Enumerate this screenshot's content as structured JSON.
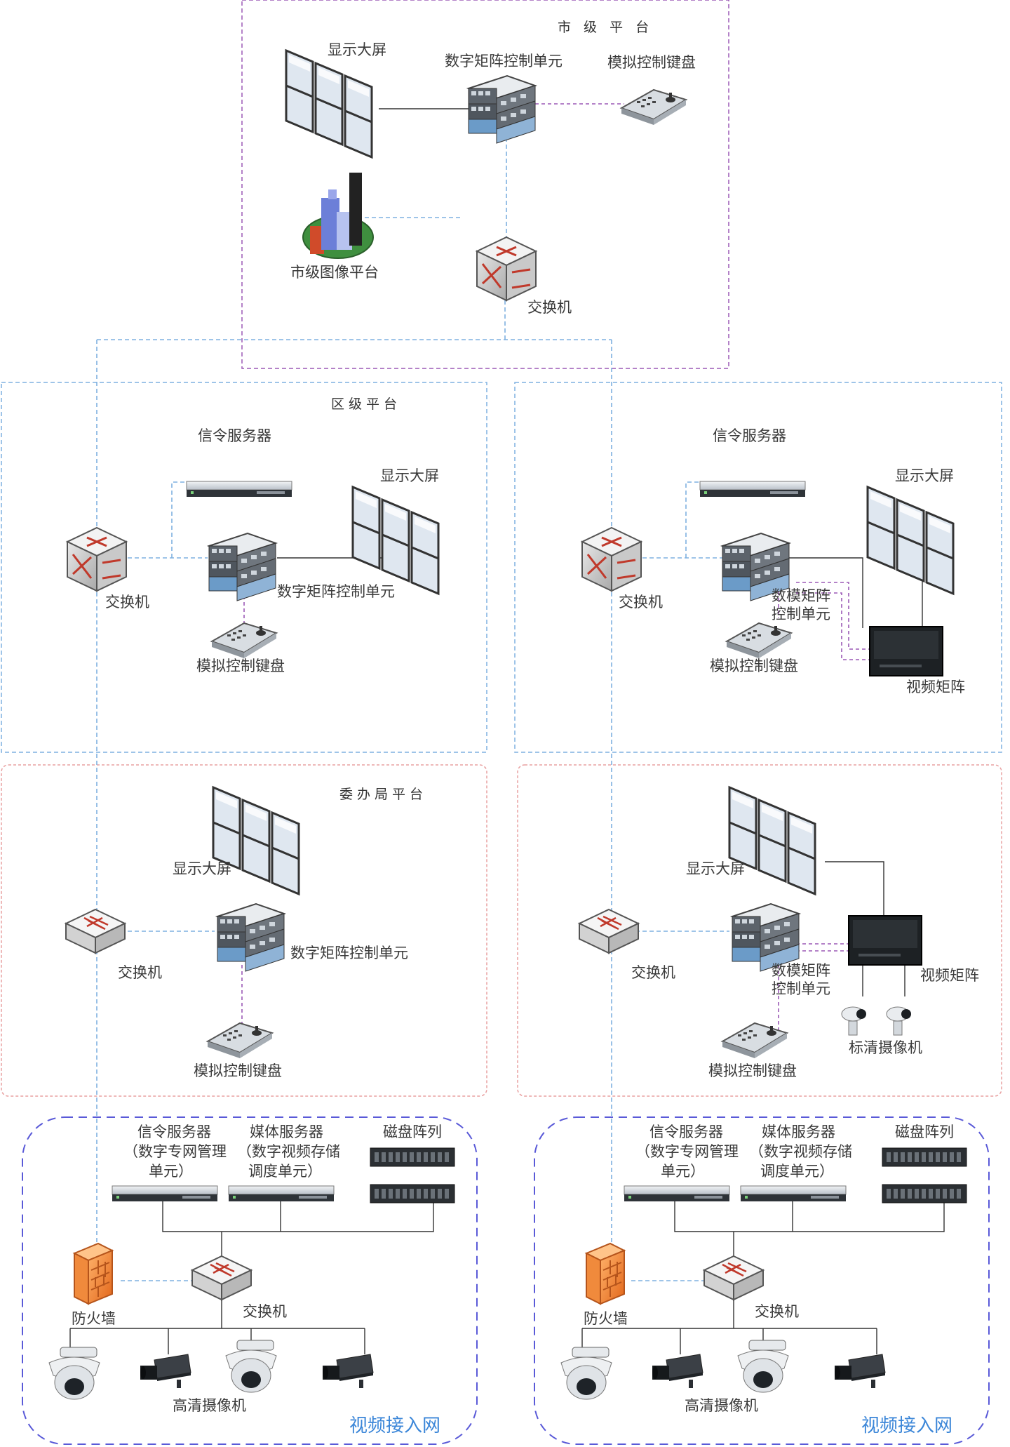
{
  "city": {
    "title": "市 级 平 台",
    "display_label": "显示大屏",
    "matrix_label": "数字矩阵控制单元",
    "keyboard_label": "模拟控制键盘",
    "image_platform_label": "市级图像平台",
    "switch_label": "交换机"
  },
  "district": [
    {
      "title": "区级平台",
      "signal_server_label": "信令服务器",
      "display_label": "显示大屏",
      "switch_label": "交换机",
      "matrix_label": "数字矩阵控制单元",
      "keyboard_label": "模拟控制键盘"
    },
    {
      "signal_server_label": "信令服务器",
      "display_label": "显示大屏",
      "switch_label": "交换机",
      "matrix_label_1": "数模矩阵",
      "matrix_label_2": "控制单元",
      "keyboard_label": "模拟控制键盘",
      "video_matrix_label": "视频矩阵"
    }
  ],
  "bureau": [
    {
      "title": "委办局平台",
      "display_label": "显示大屏",
      "switch_label": "交换机",
      "matrix_label": "数字矩阵控制单元",
      "keyboard_label": "模拟控制键盘"
    },
    {
      "display_label": "显示大屏",
      "switch_label": "交换机",
      "matrix_label_1": "数模矩阵",
      "matrix_label_2": "控制单元",
      "video_matrix_label": "视频矩阵",
      "sd_camera_label": "标清摄像机",
      "keyboard_label": "模拟控制键盘"
    }
  ],
  "access": [
    {
      "signal_server_1": "信令服务器",
      "signal_server_2": "（数字专网管理",
      "signal_server_3": "单元）",
      "media_server_1": "媒体服务器",
      "media_server_2": "（数字视频存储",
      "media_server_3": "调度单元）",
      "disk_array_label": "磁盘阵列",
      "firewall_label": "防火墙",
      "switch_label": "交换机",
      "hd_camera_label": "高清摄像机",
      "network_label": "视频接入网"
    },
    {
      "signal_server_1": "信令服务器",
      "signal_server_2": "（数字专网管理",
      "signal_server_3": "单元）",
      "media_server_1": "媒体服务器",
      "media_server_2": "（数字视频存储",
      "media_server_3": "调度单元）",
      "disk_array_label": "磁盘阵列",
      "firewall_label": "防火墙",
      "switch_label": "交换机",
      "hd_camera_label": "高清摄像机",
      "network_label": "视频接入网"
    }
  ],
  "colors": {
    "city_border": "#9b59b6",
    "district_border": "#7fb0e0",
    "bureau_border": "#e8a0a0",
    "access_border": "#5a5ad8",
    "blue_dash": "#7fb0e0",
    "purple_dash": "#9b59b6",
    "label_blue": "#3b86d8"
  }
}
